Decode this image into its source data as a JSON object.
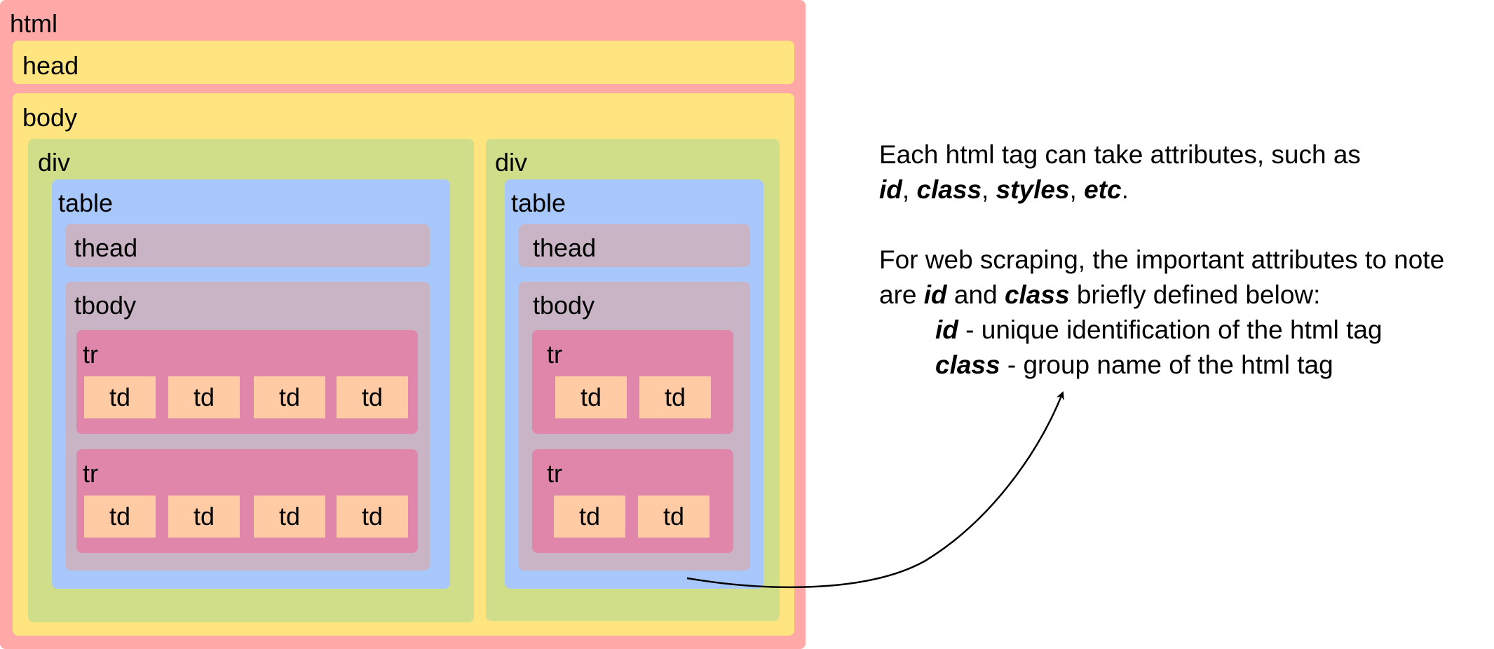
{
  "labels": {
    "html": "html",
    "head": "head",
    "body": "body",
    "div": "div",
    "table": "table",
    "thead": "thead",
    "tbody": "tbody",
    "tr": "tr",
    "td": "td"
  },
  "note": {
    "line1_text": "Each html tag can take attributes, such as",
    "line2": {
      "id": "id",
      "sep1": ", ",
      "class": "class",
      "sep2": ", ",
      "styles": "styles",
      "sep3": ", ",
      "etc": "etc",
      "end": "."
    },
    "line3_text": "For web scraping, the important attributes to note",
    "line4": {
      "pre": "are ",
      "id": "id",
      "mid": " and ",
      "class": "class",
      "post": " briefly defined below:"
    },
    "defs": [
      {
        "term": "id",
        "desc": " - unique identification of the html tag"
      },
      {
        "term": "class",
        "desc": " - group name of the html tag"
      }
    ]
  },
  "colors": {
    "html": "#FFA8A8",
    "head": "#FFE47F",
    "body": "#FFE47F",
    "div": "#D0DE8A",
    "table": "#A8C8FC",
    "thead_tbody": "#C8B4C4",
    "tr": "#DF86AA",
    "td": "#FFCBA4"
  }
}
